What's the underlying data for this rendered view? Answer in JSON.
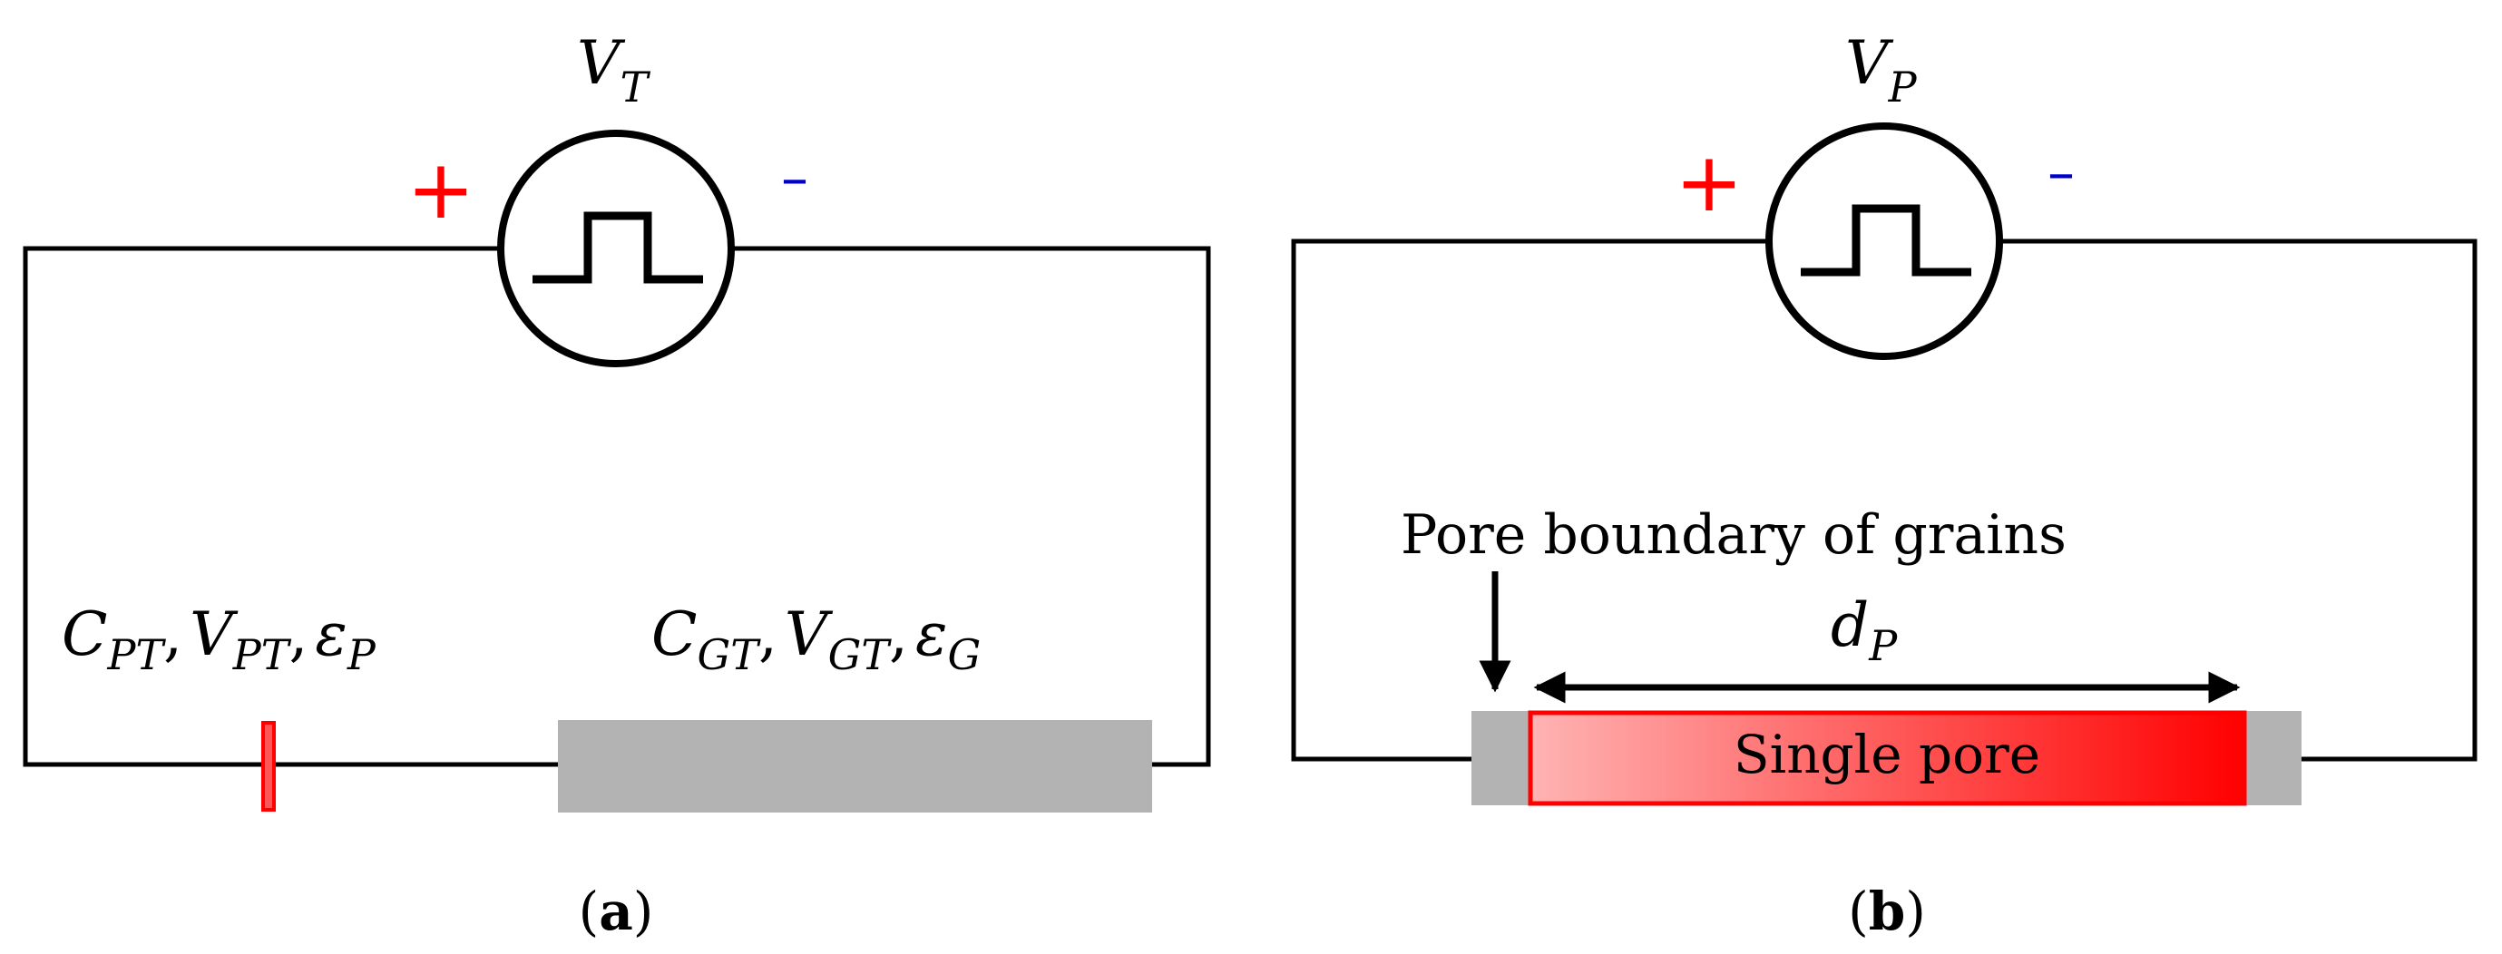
{
  "colors": {
    "wire": "#000000",
    "plus": "#ff0000",
    "minus": "#0000cc",
    "grain": "#b3b3b3",
    "pore_fill": "#ff0000",
    "pore_fill_light": "#ffb3b3",
    "pore_border": "#ff0000"
  },
  "panel_a": {
    "source_label_main": "V",
    "source_label_sub": "T",
    "plus_sign": "+",
    "minus_sign": "–",
    "pore_label": {
      "c_main": "C",
      "c_sub": "PT",
      "v_main": "V",
      "v_sub": "PT",
      "e_main": "ε",
      "e_sub": "P",
      "sep": ","
    },
    "grain_label": {
      "c_main": "C",
      "c_sub": "GT",
      "v_main": "V",
      "v_sub": "GT",
      "e_main": "ε",
      "e_sub": "G",
      "sep": ","
    },
    "caption_open": "(",
    "caption_letter": "a",
    "caption_close": ")"
  },
  "panel_b": {
    "source_label_main": "V",
    "source_label_sub": "P",
    "plus_sign": "+",
    "minus_sign": "–",
    "boundary_label": "Pore boundary of grains",
    "dimension_main": "d",
    "dimension_sub": "P",
    "pore_text": "Single pore",
    "caption_open": "(",
    "caption_letter": "b",
    "caption_close": ")"
  }
}
